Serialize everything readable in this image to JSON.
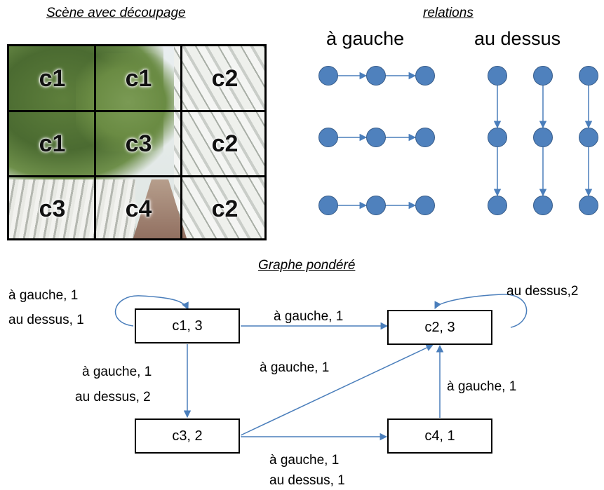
{
  "scene": {
    "title": "Scène avec découpage",
    "cells": [
      "c1",
      "c1",
      "c2",
      "c1",
      "c3",
      "c2",
      "c3",
      "c4",
      "c2"
    ]
  },
  "relations": {
    "title": "relations",
    "left_label": "à gauche",
    "above_label": "au dessus"
  },
  "graph": {
    "title": "Graphe pondéré",
    "nodes": {
      "c1": "c1, 3",
      "c2": "c2, 3",
      "c3": "c3, 2",
      "c4": "c4, 1"
    },
    "edges": {
      "c1_self_line1": "à gauche, 1",
      "c1_self_line2": "au dessus, 1",
      "c2_self": "au dessus,2",
      "c1_c2": "à gauche, 1",
      "c1_c3_line1": "à gauche, 1",
      "c1_c3_line2": "au dessus, 2",
      "c3_c2": "à gauche, 1",
      "c4_c2": "à gauche, 1",
      "c3_c4_line1": "à gauche, 1",
      "c3_c4_line2": "au dessus, 1"
    }
  },
  "colors": {
    "node_fill": "#4f81bd",
    "node_stroke": "#385d8a",
    "arrow": "#4a7ebb"
  }
}
